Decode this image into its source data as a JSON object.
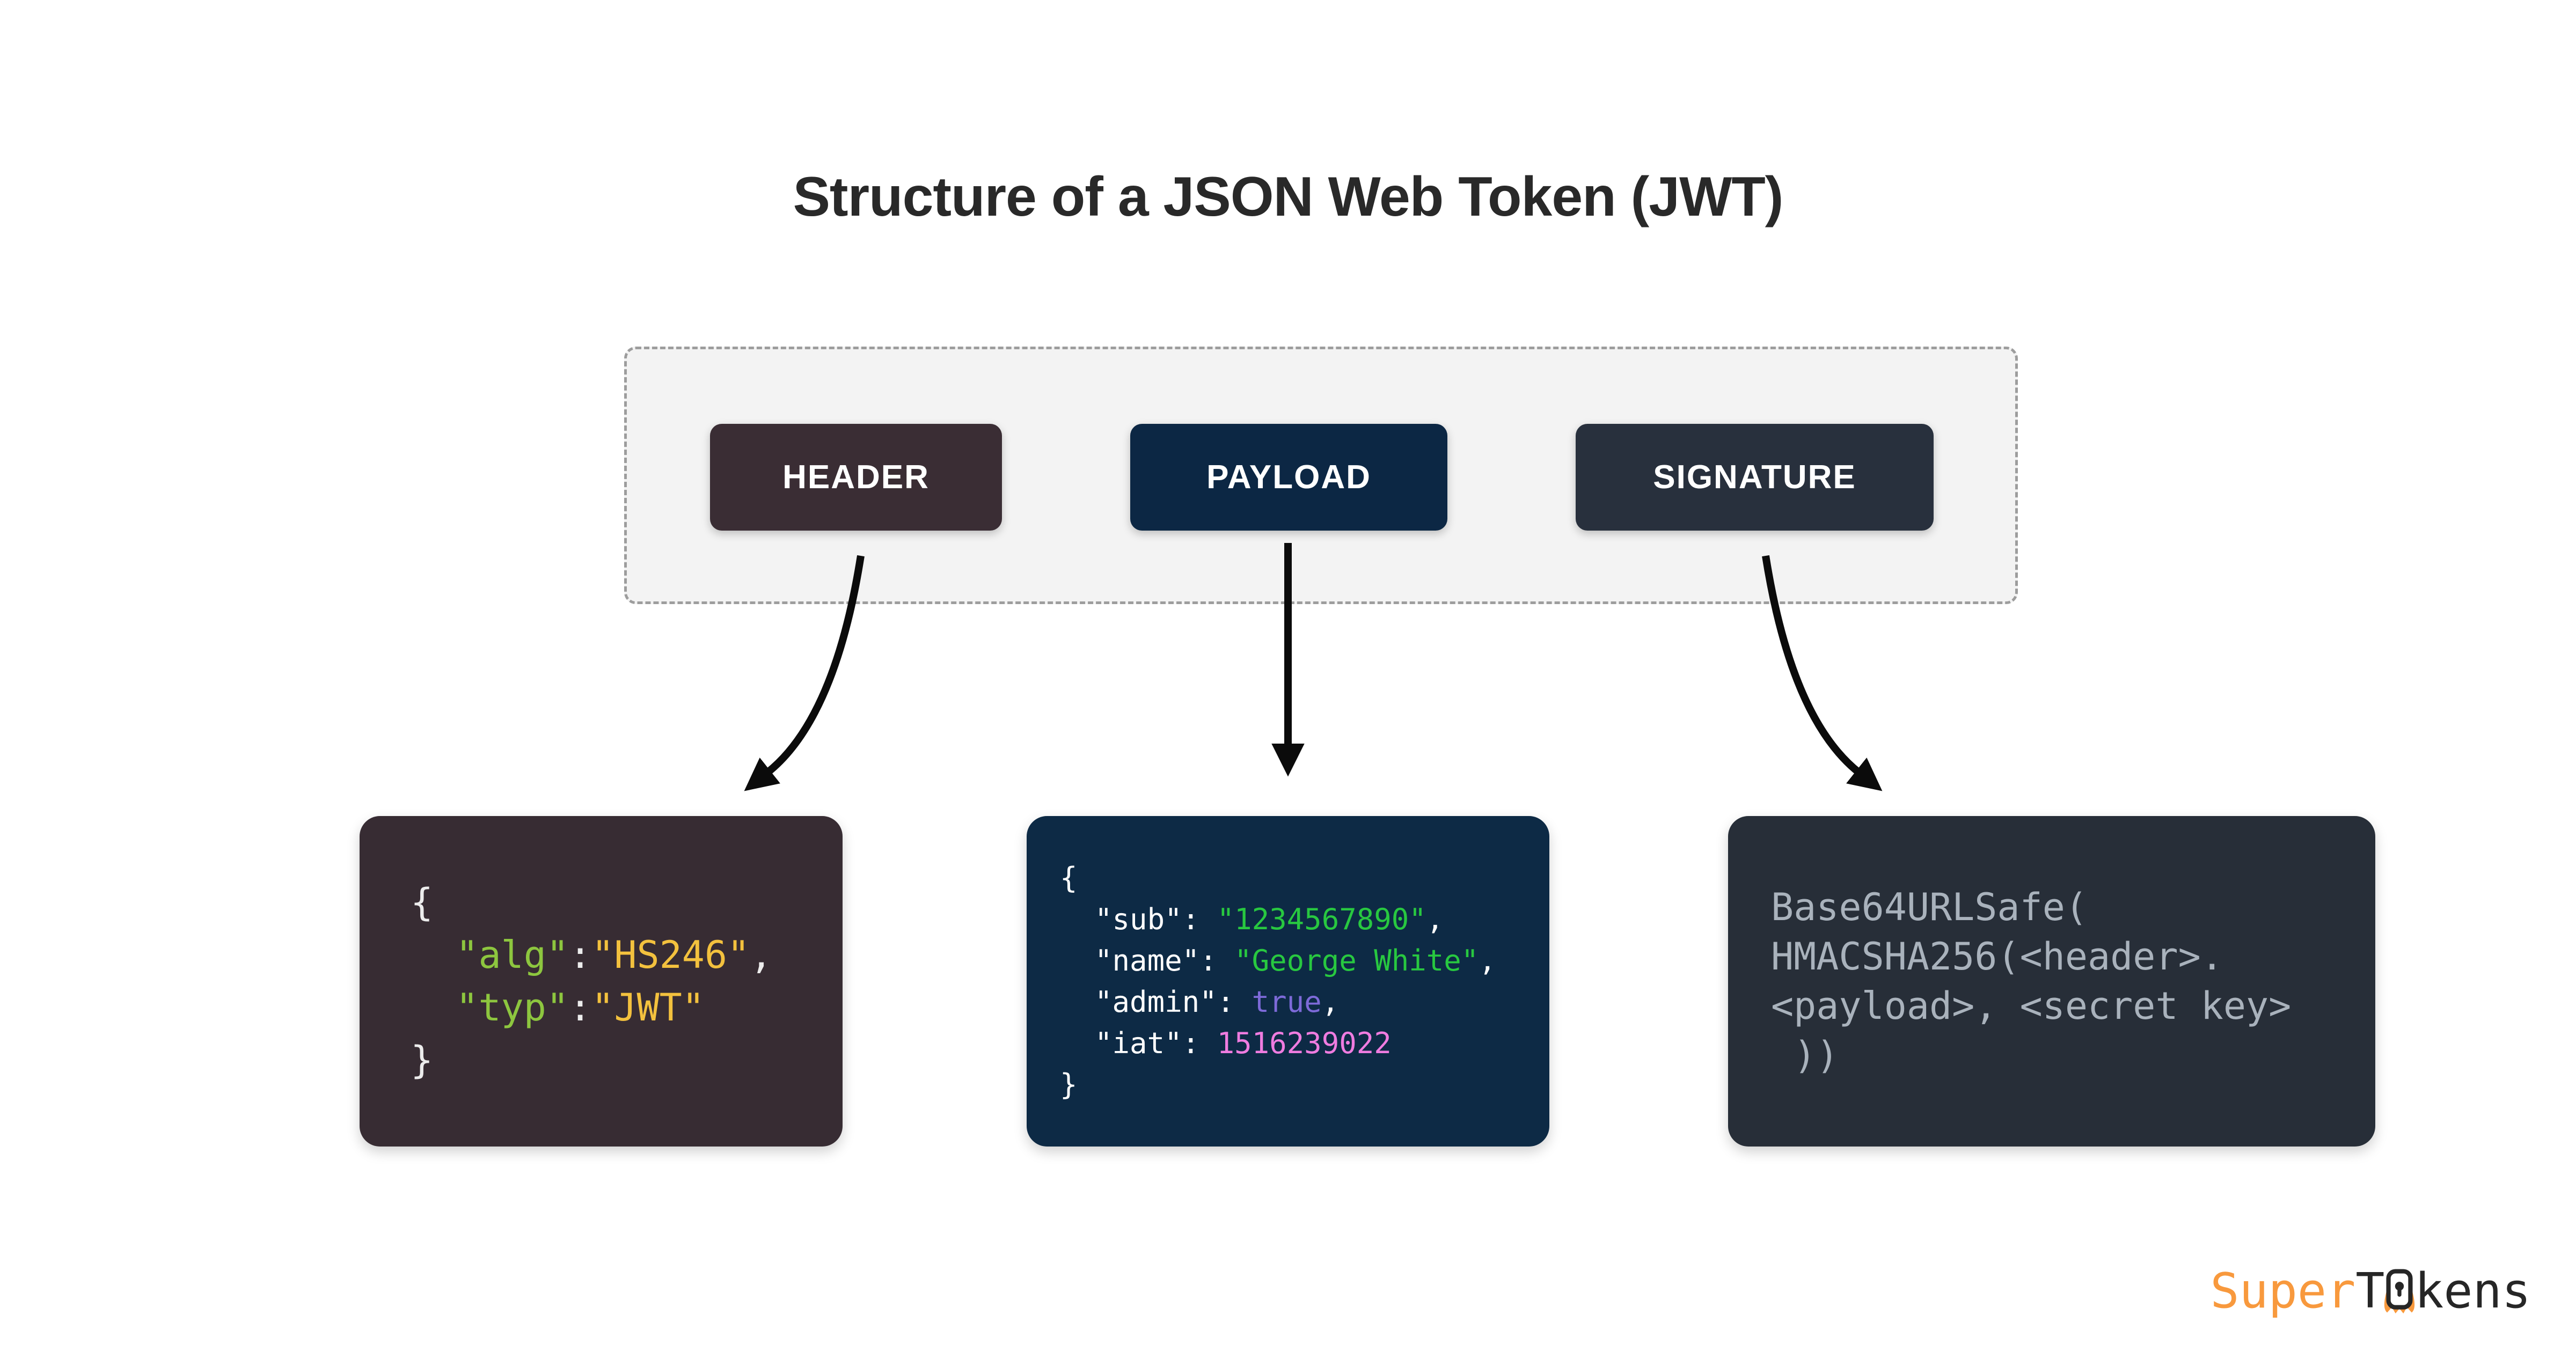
{
  "title": "Structure of a JSON Web Token (JWT)",
  "token_parts": [
    {
      "id": "header",
      "label": "HEADER",
      "color": "#3A2D34"
    },
    {
      "id": "payload",
      "label": "PAYLOAD",
      "color": "#0C2744"
    },
    {
      "id": "signature",
      "label": "SIGNATURE",
      "color": "#28303D"
    }
  ],
  "code_boxes": {
    "header": {
      "bg": "#372C33",
      "lines": [
        [
          [
            "{",
            "punct"
          ]
        ],
        [
          [
            "  ",
            "plain"
          ],
          [
            "\"alg\"",
            "key"
          ],
          [
            ":",
            "punct"
          ],
          [
            "\"HS246\"",
            "value"
          ],
          [
            ",",
            "punct"
          ]
        ],
        [
          [
            "  ",
            "plain"
          ],
          [
            "\"typ\"",
            "key"
          ],
          [
            ":",
            "punct"
          ],
          [
            "\"JWT\"",
            "value"
          ]
        ],
        [
          [
            "}",
            "punct"
          ]
        ]
      ]
    },
    "payload": {
      "bg": "#0D2A45",
      "lines": [
        [
          [
            "{",
            "punct2"
          ]
        ],
        [
          [
            "  ",
            "plain"
          ],
          [
            "\"sub\"",
            "key2"
          ],
          [
            ": ",
            "punct2"
          ],
          [
            "\"1234567890\"",
            "str"
          ],
          [
            ",",
            "punct2"
          ]
        ],
        [
          [
            "  ",
            "plain"
          ],
          [
            "\"name\"",
            "key2"
          ],
          [
            ": ",
            "punct2"
          ],
          [
            "\"George White\"",
            "str"
          ],
          [
            ",",
            "punct2"
          ]
        ],
        [
          [
            "  ",
            "plain"
          ],
          [
            "\"admin\"",
            "key2"
          ],
          [
            ": ",
            "punct2"
          ],
          [
            "true",
            "bool"
          ],
          [
            ",",
            "punct2"
          ]
        ],
        [
          [
            "  ",
            "plain"
          ],
          [
            "\"iat\"",
            "key2"
          ],
          [
            ": ",
            "punct2"
          ],
          [
            "1516239022",
            "num"
          ]
        ],
        [
          [
            "}",
            "punct2"
          ]
        ]
      ]
    },
    "signature": {
      "bg": "#272E38",
      "lines": [
        [
          [
            "Base64URLSafe(",
            "sig"
          ]
        ],
        [
          [
            "HMACSHA256(<header>.",
            "sig"
          ]
        ],
        [
          [
            "<payload>, <secret key>",
            "sig"
          ]
        ],
        [
          [
            " ))",
            "sig"
          ]
        ]
      ]
    }
  },
  "palette": {
    "tokens": {
      "key": "#8DC63F",
      "value": "#F3C13E",
      "punct": "#ECECEC",
      "key2": "#FFFFFF",
      "punct2": "#FFFFFF",
      "str": "#28C840",
      "bool": "#7D6AD8",
      "num": "#EF7CE0",
      "sig": "#A9B2BC",
      "plain": "#FFFFFF"
    },
    "title_color": "#292929",
    "container_bg": "#F3F3F3",
    "container_border": "#9D9D9D",
    "arrow": "#0B0B0B",
    "logo_orange": "#F8993D",
    "logo_dark": "#262626"
  },
  "logo": {
    "super": "Super",
    "t": "T",
    "kens": "kens",
    "lock_icon": "lock-keyhole-icon"
  }
}
